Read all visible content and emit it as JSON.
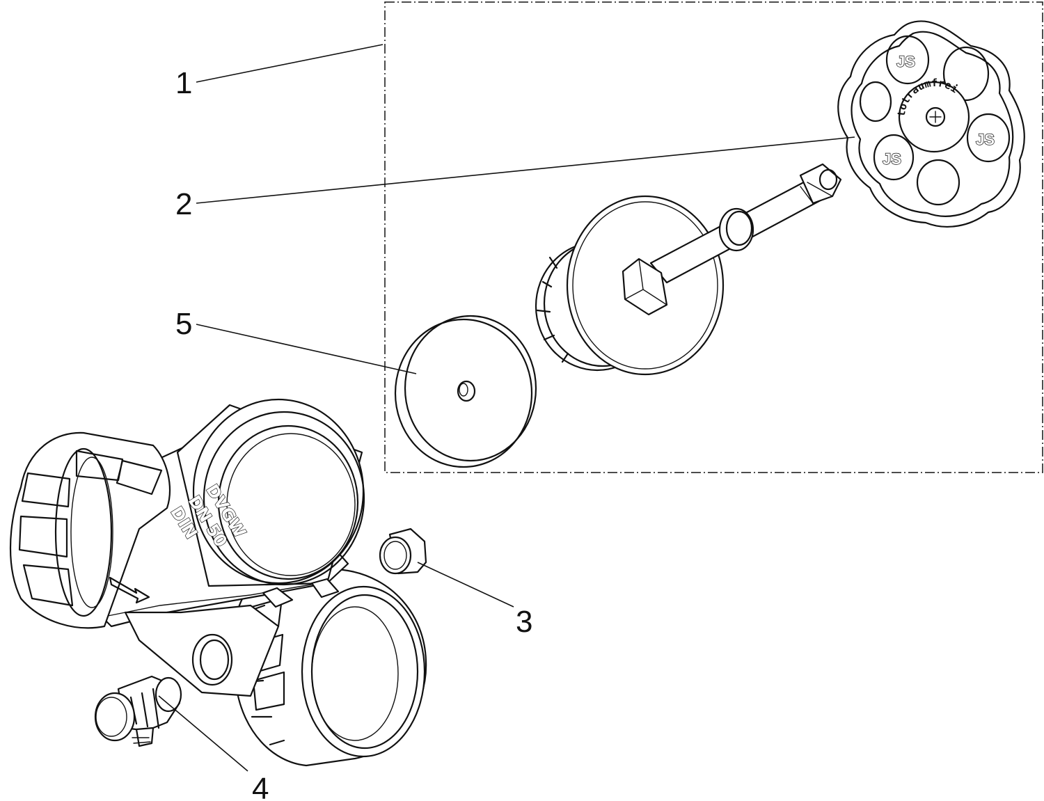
{
  "callouts": [
    {
      "id": "1",
      "label": "1"
    },
    {
      "id": "2",
      "label": "2"
    },
    {
      "id": "3",
      "label": "3"
    },
    {
      "id": "4",
      "label": "4"
    },
    {
      "id": "5",
      "label": "5"
    }
  ],
  "body_markings": {
    "line1": "DVGW",
    "line2": "DN 50",
    "line3": "DIN"
  },
  "handwheel": {
    "ring_text": "totraumfrei",
    "logo_text": "JS"
  }
}
